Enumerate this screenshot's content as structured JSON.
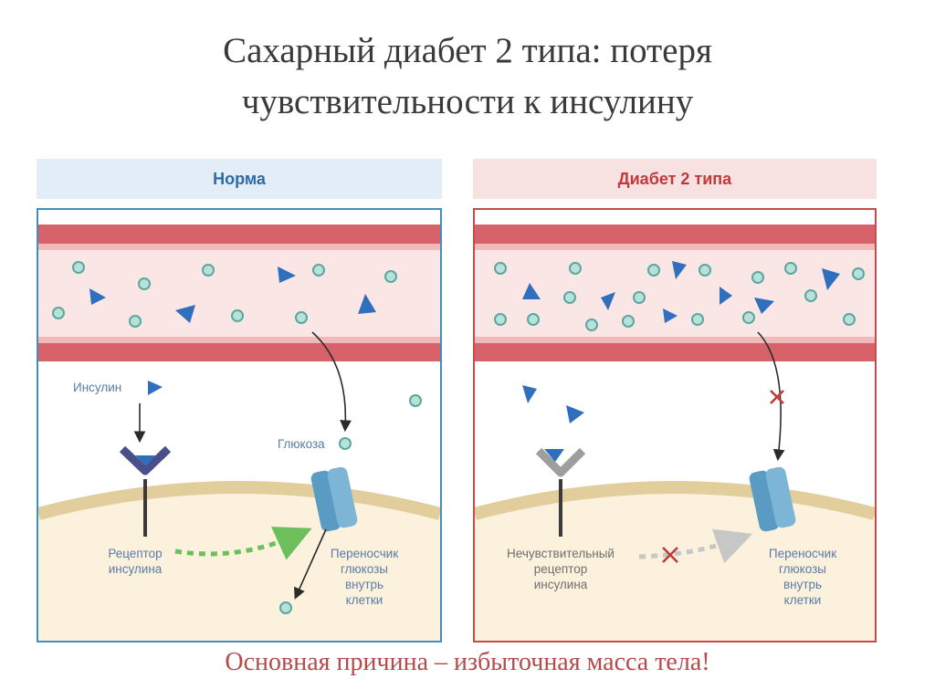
{
  "title": {
    "line1": "Сахарный диабет 2 типа: потеря",
    "line2": "чувствительности к инсулину"
  },
  "panels": {
    "normal": {
      "header": "Норма",
      "insulin_label": "Инсулин",
      "glucose_label": "Глюкоза",
      "receptor_label": [
        "Рецептор",
        "инсулина"
      ],
      "transporter_label": [
        "Переносчик",
        "глюкозы",
        "внутрь",
        "клетки"
      ]
    },
    "diabetes": {
      "header": "Диабет 2 типа",
      "receptor_label": [
        "Нечувствительный",
        "рецептор",
        "инсулина"
      ],
      "transporter_label": [
        "Переносчик",
        "глюкозы",
        "внутрь",
        "клетки"
      ]
    }
  },
  "footer": "Основная причина – избыточная масса тела!",
  "colors": {
    "vessel_wall": "#d7626a",
    "vessel_inner": "#fbe6e6",
    "cell_interior": "#fbf1dc",
    "membrane": "#e6d3a6",
    "insulin": "#2f6fbd",
    "glucose": "#b7e2da",
    "receptor_normal": "#4a4f8a",
    "receptor_insensitive": "#9e9e9e",
    "transporter": "#5a9bc4",
    "signal_normal": "#6cbf5a",
    "signal_blocked": "#c7c7c7",
    "block_mark": "#c0393b"
  }
}
